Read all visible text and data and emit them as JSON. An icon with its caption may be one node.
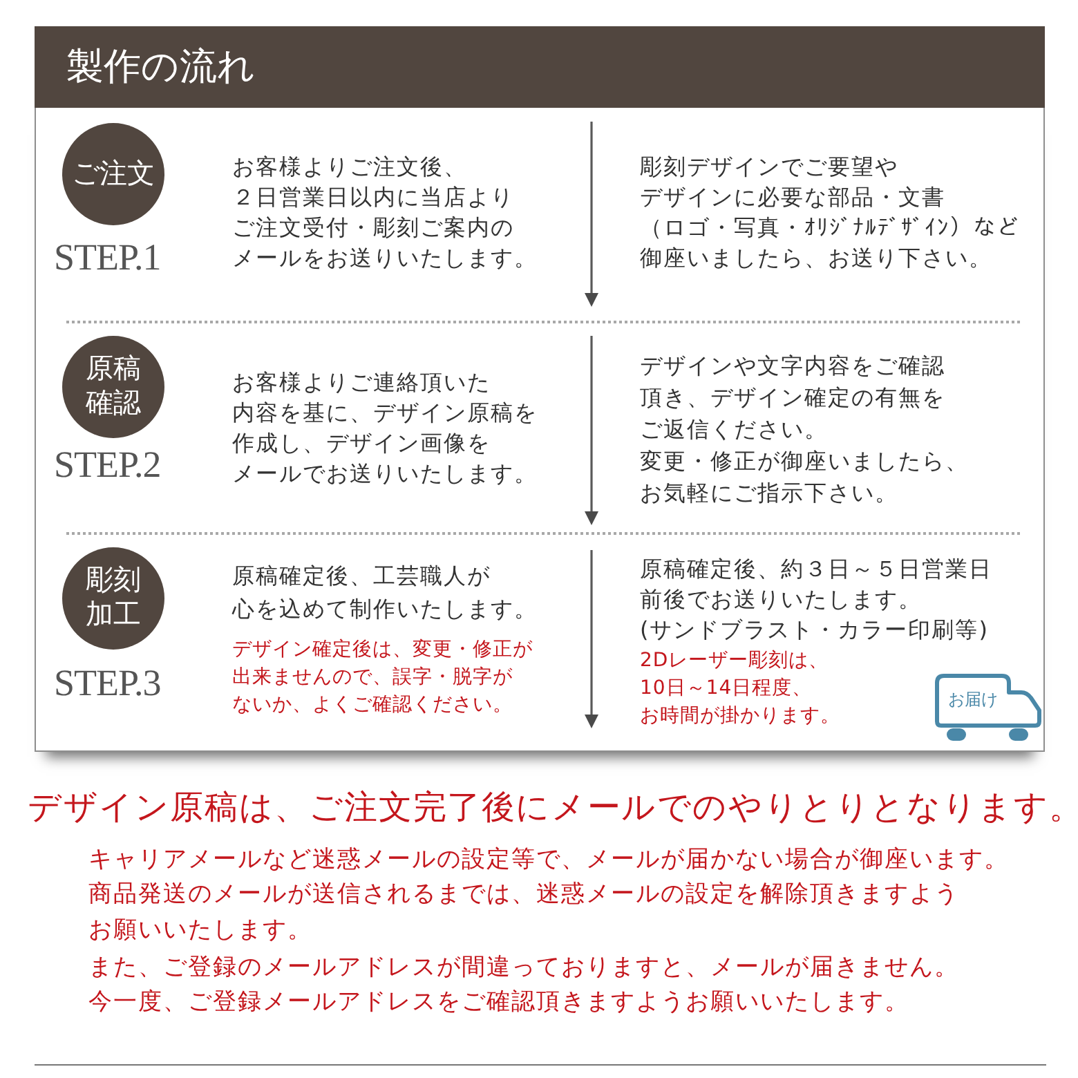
{
  "diagram": {
    "title": "製作の流れ",
    "nodes": [
      {
        "text": [
          "ご注文"
        ],
        "beside": [
          "STEP.1"
        ]
      },
      {
        "text": [
          "原稿確認"
        ],
        "beside": [
          "STEP.2"
        ]
      },
      {
        "text": [
          "彫刻加工"
        ],
        "beside": [
          "STEP.3"
        ]
      },
      {
        "text": [
          "お届け"
        ]
      }
    ],
    "labels": [
      "お客様よりご注文後、２日営業日以内に当店よりご注文受付・彫刻ご案内のメールをお送りいたします。",
      "彫刻デザインでご要望やデザインに必要な部品・文書（ロゴ・写真・ｵﾘｼﾞﾅﾙﾃﾞｻﾞｲﾝ）など御座いましたら、お送り下さい。",
      "お客様よりご連絡頂いた内容を基に、デザイン原稿を作成し、デザイン画像をメールでお送りいたします。",
      "デザインや文字内容をご確認頂き、デザイン確定の有無をご返信ください。",
      "変更・修正が御座いましたら、お気軽にご指示下さい。",
      "原稿確定後、工芸職人が心を込めて制作いたします。",
      "デザイン確定後は、変更・修正が出来ませんので、誤字・脱字がないか、よくご確認ください。",
      "原稿確定後、約３日～５日営業日前後でお送りいたします。",
      "(サンドブラスト・カラー印刷等)",
      "2Dレーザー彫刻は、10日～14日程度、お時間が掛かります。",
      "デザイン原稿は、ご注文完了後にメールでのやりとりとなります。",
      "キャリアメールなど迷惑メールの設定等で、メールが届かない場合が御座います。",
      "商品発送のメールが送信されるまでは、迷惑メールの設定を解除頂きますようお願いいたします。",
      "また、ご登録のメールアドレスが間違っておりますと、メールが届きません。",
      "今一度、ご登録メールアドレスをご確認頂きますようお願いいたします。"
    ]
  }
}
